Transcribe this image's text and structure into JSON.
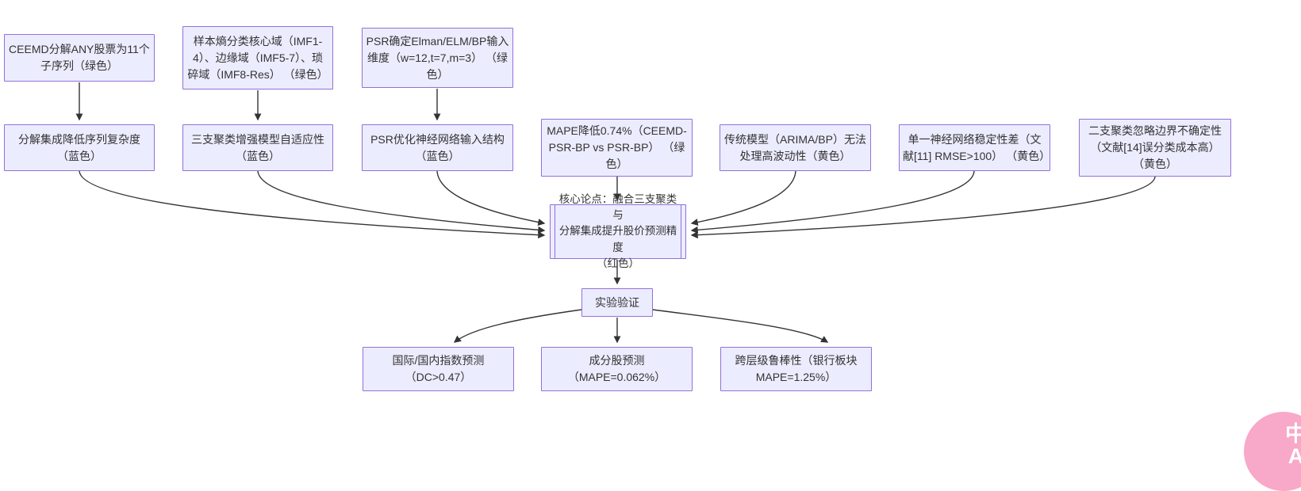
{
  "diagram": {
    "nodes": {
      "A": {
        "label": "CEEMD分解ANY股票为11个\n子序列（绿色）"
      },
      "B": {
        "label": "样本熵分类核心域（IMF1-\n4）、边缘域（IMF5-7）、琐\n碎域（IMF8-Res） （绿色）"
      },
      "C": {
        "label": "PSR确定Elman/ELM/BP输入\n维度（w=12,t=7,m=3） （绿\n色）"
      },
      "D": {
        "label": "分解集成降低序列复杂度\n（蓝色）"
      },
      "E": {
        "label": "三支聚类增强模型自适应性\n（蓝色）"
      },
      "F": {
        "label": "PSR优化神经网络输入结构\n（蓝色）"
      },
      "G": {
        "label": "MAPE降低0.74%（CEEMD-\nPSR-BP vs PSR-BP） （绿\n色）"
      },
      "H": {
        "label": "传统模型（ARIMA/BP）无法\n处理高波动性（黄色）"
      },
      "I": {
        "label": "单一神经网络稳定性差（文\n献[11] RMSE>100） （黄色）"
      },
      "J": {
        "label": "二支聚类忽略边界不确定性\n（文献[14]误分类成本高）\n（黄色）"
      },
      "K": {
        "label": "核心论点：融合三支聚类与\n分解集成提升股价预测精度\n（红色）"
      },
      "L": {
        "label": "实验验证"
      },
      "M": {
        "label": "国际/国内指数预测\n（DC>0.47）"
      },
      "N": {
        "label": "成分股预测\n（MAPE=0.062%）"
      },
      "O": {
        "label": "跨层级鲁棒性（银行板块\nMAPE=1.25%）"
      }
    },
    "edges": [
      {
        "from": "A",
        "to": "D"
      },
      {
        "from": "B",
        "to": "E"
      },
      {
        "from": "C",
        "to": "F"
      },
      {
        "from": "D",
        "to": "K"
      },
      {
        "from": "E",
        "to": "K"
      },
      {
        "from": "F",
        "to": "K"
      },
      {
        "from": "G",
        "to": "K"
      },
      {
        "from": "H",
        "to": "K"
      },
      {
        "from": "I",
        "to": "K"
      },
      {
        "from": "J",
        "to": "K"
      },
      {
        "from": "K",
        "to": "L"
      },
      {
        "from": "L",
        "to": "M"
      },
      {
        "from": "L",
        "to": "N"
      },
      {
        "from": "L",
        "to": "O"
      }
    ],
    "colors": {
      "node_fill": "#ECECFF",
      "node_border": "#9370DB",
      "edge": "#333333",
      "text": "#333333"
    }
  },
  "floating_widget": {
    "label": "中\nA",
    "color": "#F8A8C8"
  }
}
